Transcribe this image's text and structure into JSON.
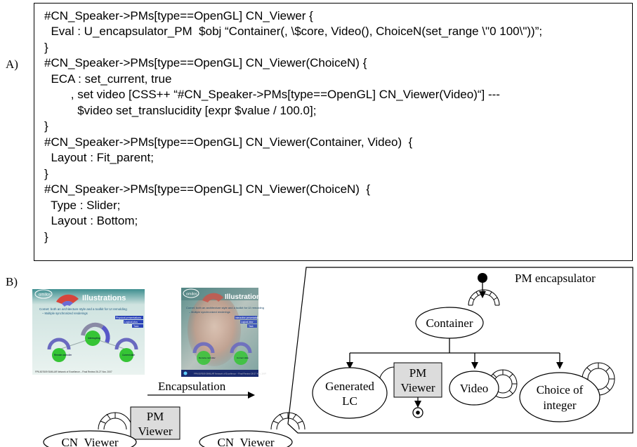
{
  "part_a": {
    "label": "A)",
    "lines": [
      "#CN_Speaker->PMs[type==OpenGL] CN_Viewer {",
      "  Eval : U_encapsulator_PM  $obj “Container(, \\$core, Video(), ChoiceN(set_range \\\"0 100\\\"))”;",
      "}",
      "#CN_Speaker->PMs[type==OpenGL] CN_Viewer(ChoiceN) {",
      "  ECA : set_current, true",
      "        , set video [CSS++ “#CN_Speaker->PMs[type==OpenGL] CN_Viewer(Video)“] ---",
      "          $video set_translucidity [expr $value / 100.0];",
      "}",
      "#CN_Speaker->PMs[type==OpenGL] CN_Viewer(Container, Video)  {",
      "  Layout : Fit_parent;",
      "}",
      "#CN_Speaker->PMs[type==OpenGL] CN_Viewer(ChoiceN)  {",
      "  Type : Slider;",
      "  Layout : Bottom;",
      "}"
    ]
  },
  "part_b": {
    "label": "B)",
    "encapsulation_label": "Encapsulation",
    "pm_encapsulator_label": "PM encapsulator",
    "nodes": {
      "container": "Container",
      "generated_lc": [
        "Generated",
        "LC"
      ],
      "video": "Video",
      "choice": [
        "Choice of",
        "integer"
      ],
      "cn_viewer_left": "CN_Viewer",
      "cn_viewer_right": "CN_Viewer"
    },
    "pm_viewer_boxes": {
      "inner": [
        "PM",
        "Viewer"
      ],
      "left": [
        "PM",
        "Viewer"
      ]
    },
    "thumbnails": {
      "left": {
        "title": "Illustrations",
        "logo": "omilos",
        "subtitle": "Comet: both an architecture style and a toolkit for UI remolding",
        "bullet": "– Multiple synchronized renderings",
        "tags": [
          "Physical presentations",
          "Logical plus",
          "Task"
        ],
        "nodes": [
          "Interrupting",
          "Remote controller",
          "Current slide"
        ],
        "footer": "FP6-507609 SIMILAR Network of Excellence – Final Review 26-27 Nov. 2007"
      },
      "right": {
        "title": "Illustrations",
        "logo": "omilos",
        "subtitle": "Comet: both an architecture style and a toolkit for UI remolding",
        "bullet": "– Multiple synchronized renderings",
        "tags": [
          "Interactive presentations",
          "Logical view",
          "Task"
        ],
        "nodes": [
          "Remote controller",
          "Current slide"
        ],
        "footer": "FP6-507609 SIMILAR Network of Excellence – Final Review 26-27 Nov. 2007"
      }
    }
  }
}
